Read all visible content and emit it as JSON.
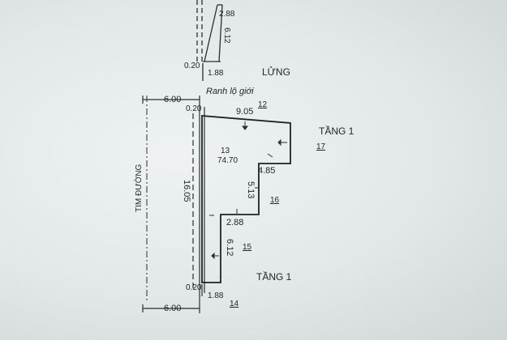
{
  "labels": {
    "top_width": "2.88",
    "top_depth": "6.12",
    "top_setback": "0.20",
    "top_side": "1.88",
    "floor_mezz": "LỬNG",
    "lot_boundary": "Ranh  lộ giới",
    "road_width_top": "6.00",
    "road_width_bottom": "6.00",
    "setback_top": "0.20",
    "setback_bottom": "0.20",
    "road_center": "TIM ĐƯỜNG",
    "floor1_upper": "TẦNG 1",
    "floor1_lower": "TẦNG 1",
    "dim_9_05": "9.05",
    "dim_4_85": "4.85",
    "dim_5_13": "5.13",
    "dim_2_88": "2.88",
    "dim_6_12": "6.12",
    "dim_16_05": "16.05",
    "dim_1_88": "1.88",
    "area": "74.70",
    "parcel_main": "13",
    "parcel_12": "12",
    "parcel_14": "14",
    "parcel_15": "15",
    "parcel_16": "16",
    "parcel_17": "17"
  },
  "colors": {
    "ink": "#22262a",
    "paper": "#e4e9ea"
  }
}
